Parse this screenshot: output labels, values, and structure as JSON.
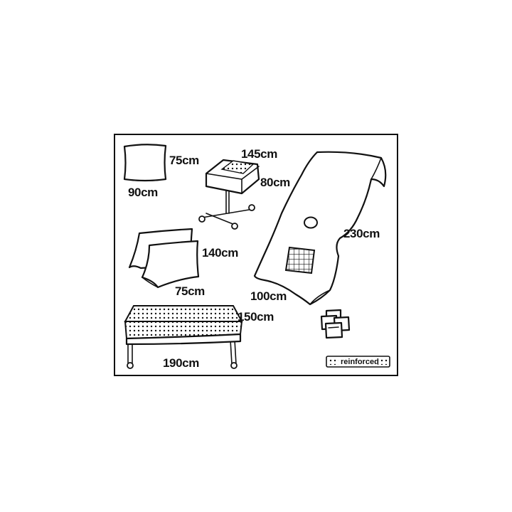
{
  "labels": {
    "towel_width": "75cm",
    "towel_length": "90cm",
    "mayo_length": "145cm",
    "mayo_width": "80cm",
    "sheet_length": "140cm",
    "sheet_width": "75cm",
    "table_length": "190cm",
    "table_width": "150cm",
    "drape_length": "230cm",
    "drape_width": "100cm",
    "legend": "reinforced"
  }
}
